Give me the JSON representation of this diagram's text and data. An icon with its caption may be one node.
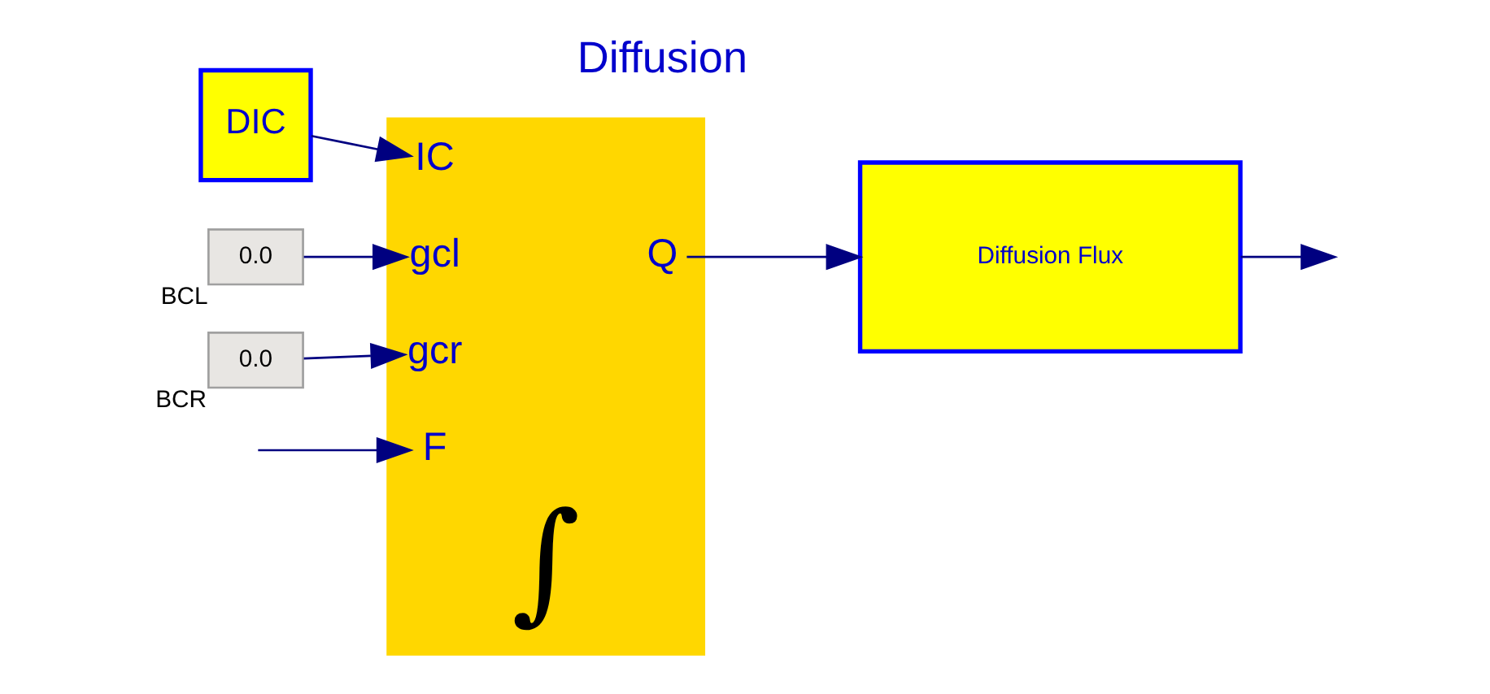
{
  "diagram": {
    "nodes": [
      {
        "text": [
          "∫"
        ],
        "beside": [
          "Diffusion"
        ]
      },
      {
        "text": [
          "F"
        ],
        "in": 0
      },
      {
        "text": [
          "IC"
        ],
        "in": 0
      },
      {
        "text": [
          "gcl"
        ],
        "in": 0
      },
      {
        "text": [
          "gcr"
        ],
        "in": 0
      },
      {
        "text": [
          "Q"
        ],
        "in": 0
      },
      {
        "text": [
          "Diffusion Flux"
        ]
      },
      {
        "text": [
          "DIC"
        ]
      },
      {
        "text": [
          "0.0"
        ],
        "beside": [
          "BCL"
        ]
      },
      {
        "text": [
          "0.0"
        ],
        "beside": [
          "BCR"
        ]
      }
    ],
    "edges": [
      {
        "from": null,
        "to": 1,
        "arrow": "to"
      },
      {
        "from": 7,
        "to": 2,
        "arrow": "to"
      },
      {
        "from": 8,
        "to": 3,
        "arrow": "to"
      },
      {
        "from": 9,
        "to": 4,
        "arrow": "to"
      },
      {
        "from": 5,
        "to": 6,
        "arrow": "to"
      },
      {
        "from": 6,
        "to": null,
        "arrow": "to"
      }
    ]
  }
}
